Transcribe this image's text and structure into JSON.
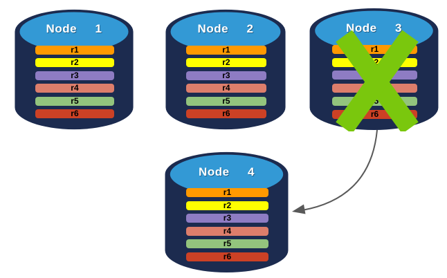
{
  "diagram": {
    "colors": {
      "cylinder_body": "#1C2B4F",
      "cylinder_top": "#3399D5",
      "title_text": "#FFFFFF",
      "x_mark": "#7AC70D",
      "arrow": "#595959"
    },
    "nodes": [
      {
        "title": "Node  1",
        "crossed_out": false,
        "rows": [
          {
            "label": "r1",
            "color": "#FF9900"
          },
          {
            "label": "r2",
            "color": "#FFFF00"
          },
          {
            "label": "r3",
            "color": "#8E7CC3"
          },
          {
            "label": "r4",
            "color": "#DD7E6B"
          },
          {
            "label": "r5",
            "color": "#93C47D"
          },
          {
            "label": "r6",
            "color": "#CC4125"
          }
        ]
      },
      {
        "title": "Node  2",
        "crossed_out": false,
        "rows": [
          {
            "label": "r1",
            "color": "#FF9900"
          },
          {
            "label": "r2",
            "color": "#FFFF00"
          },
          {
            "label": "r3",
            "color": "#8E7CC3"
          },
          {
            "label": "r4",
            "color": "#DD7E6B"
          },
          {
            "label": "r5",
            "color": "#93C47D"
          },
          {
            "label": "r6",
            "color": "#CC4125"
          }
        ]
      },
      {
        "title": "Node  3",
        "crossed_out": true,
        "rows": [
          {
            "label": "r1",
            "color": "#FF9900"
          },
          {
            "label": "r2",
            "color": "#FFFF00"
          },
          {
            "label": "r3",
            "color": "#8E7CC3"
          },
          {
            "label": "r4",
            "color": "#DD7E6B"
          },
          {
            "label": "r5",
            "color": "#93C47D"
          },
          {
            "label": "r6",
            "color": "#CC4125"
          }
        ]
      },
      {
        "title": "Node  4",
        "crossed_out": false,
        "rows": [
          {
            "label": "r1",
            "color": "#FF9900"
          },
          {
            "label": "r2",
            "color": "#FFFF00"
          },
          {
            "label": "r3",
            "color": "#8E7CC3"
          },
          {
            "label": "r4",
            "color": "#DD7E6B"
          },
          {
            "label": "r5",
            "color": "#93C47D"
          },
          {
            "label": "r6",
            "color": "#CC4125"
          }
        ]
      }
    ],
    "arrow": {
      "from": "Node 3",
      "to": "Node 4"
    }
  }
}
